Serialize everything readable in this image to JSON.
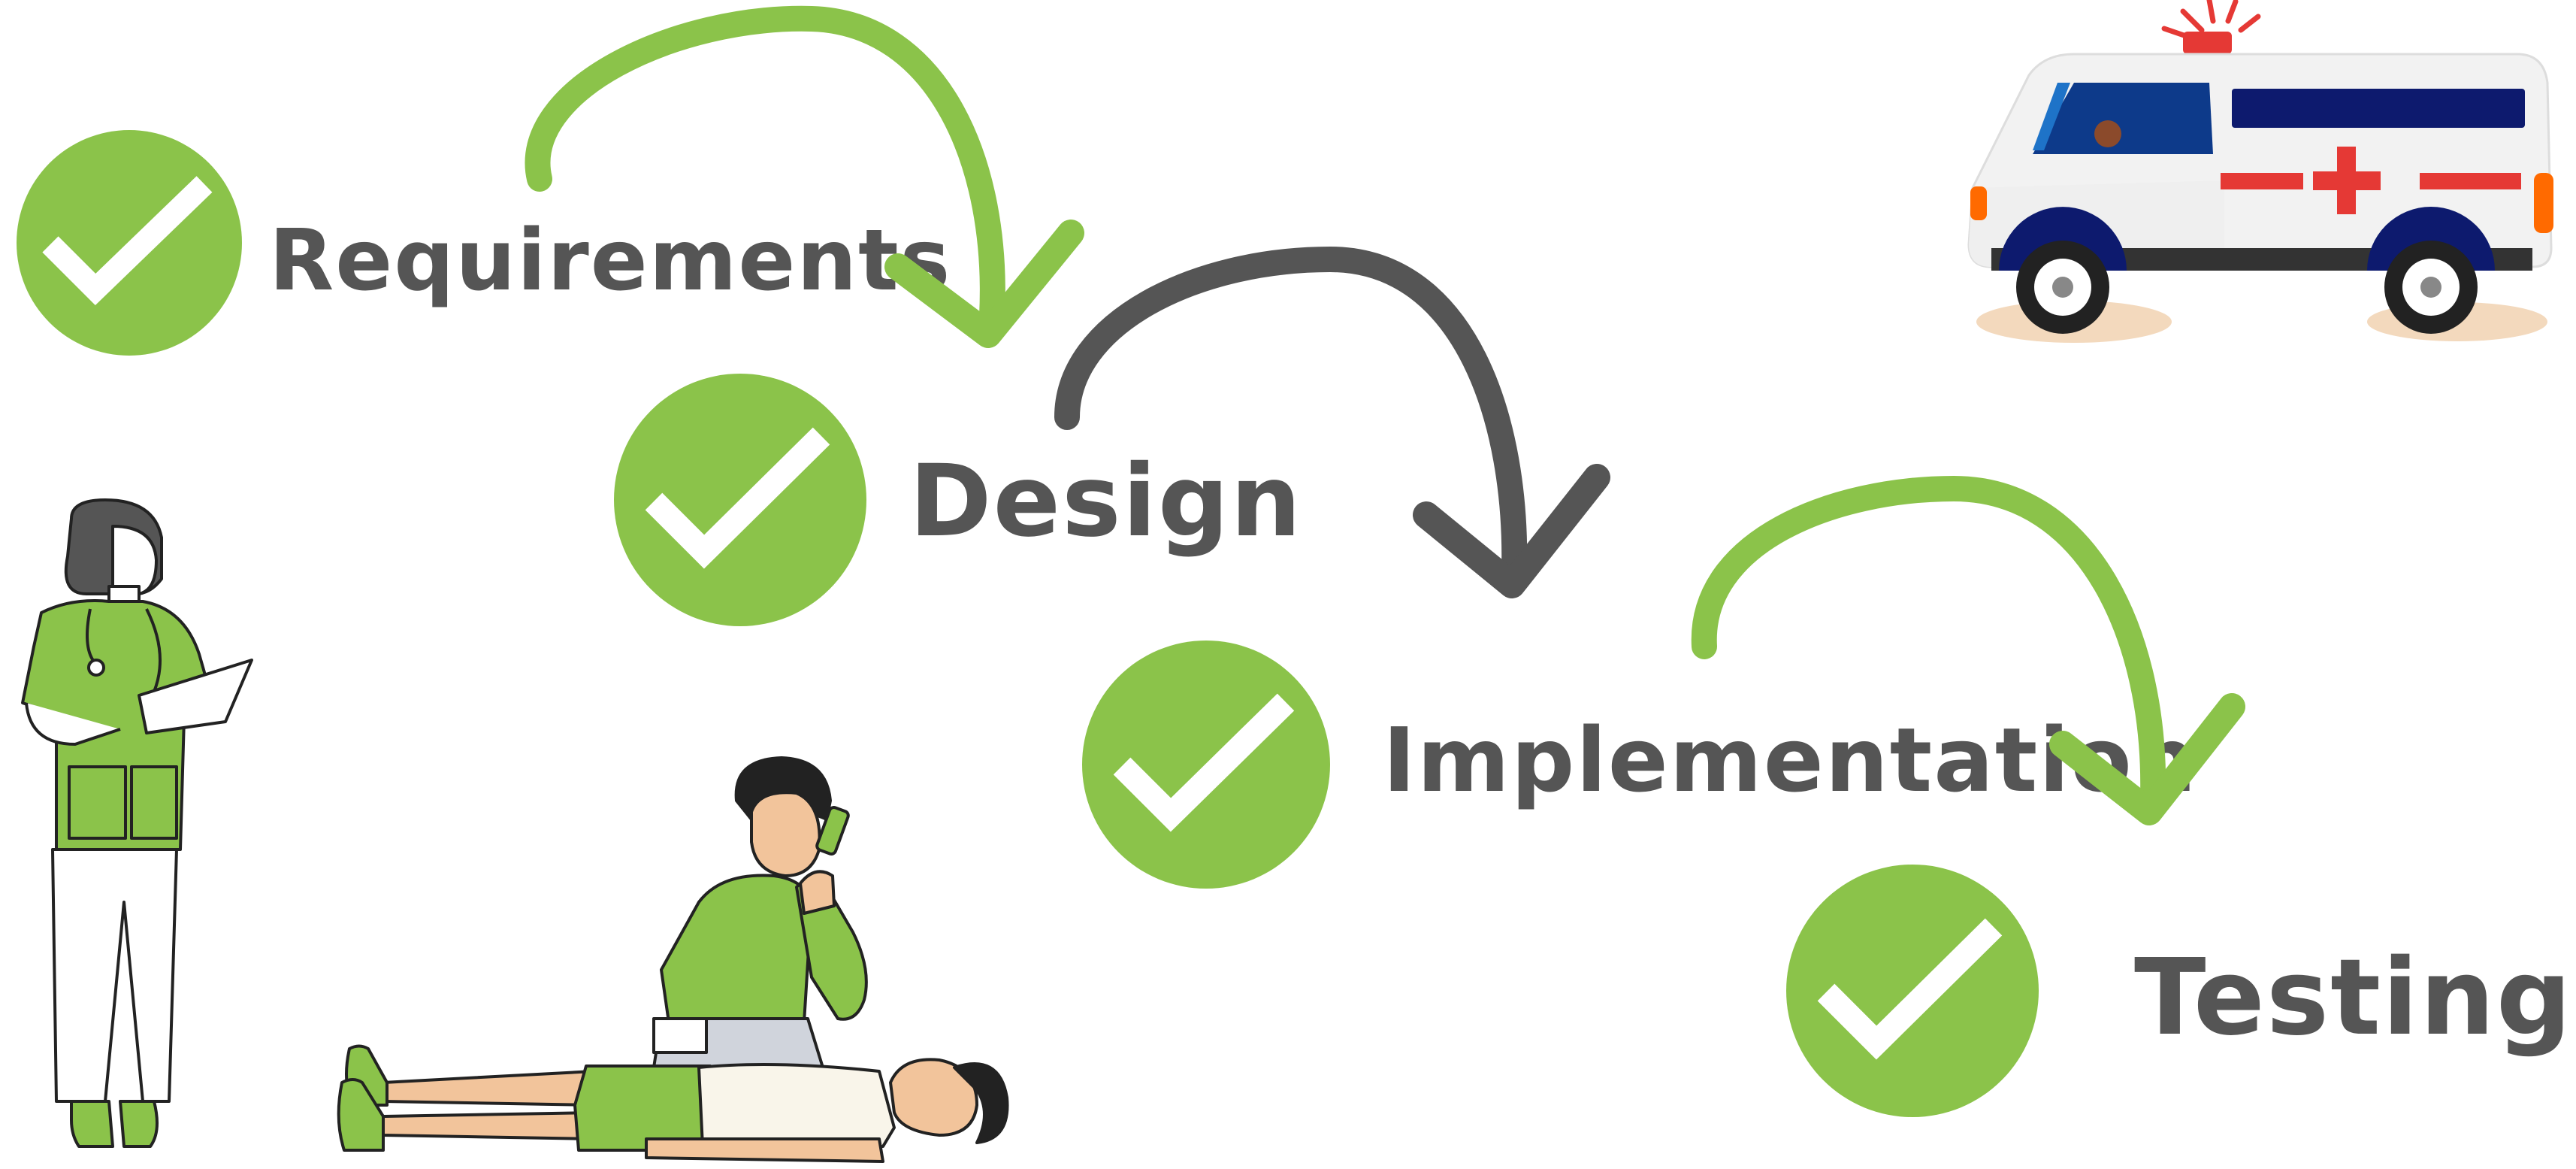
{
  "steps": [
    {
      "label": "Requirements",
      "status": "done"
    },
    {
      "label": "Design",
      "status": "done"
    },
    {
      "label": "Implementation",
      "status": "done"
    },
    {
      "label": "Testing",
      "status": "done"
    }
  ],
  "arrows": [
    {
      "from": "Requirements",
      "to": "Design",
      "color": "#8BC34A"
    },
    {
      "from": "Design",
      "to": "Implementation",
      "color": "#555555"
    },
    {
      "from": "Implementation",
      "to": "Testing",
      "color": "#8BC34A"
    }
  ],
  "illustrations": [
    "ambulance",
    "doctor-with-clipboard",
    "person-calling-for-help",
    "patient-lying-down"
  ],
  "colors": {
    "check_green": "#8BC34A",
    "label_gray": "#555555",
    "ambulance_red": "#E53935",
    "ambulance_blue": "#0D2C8A"
  }
}
